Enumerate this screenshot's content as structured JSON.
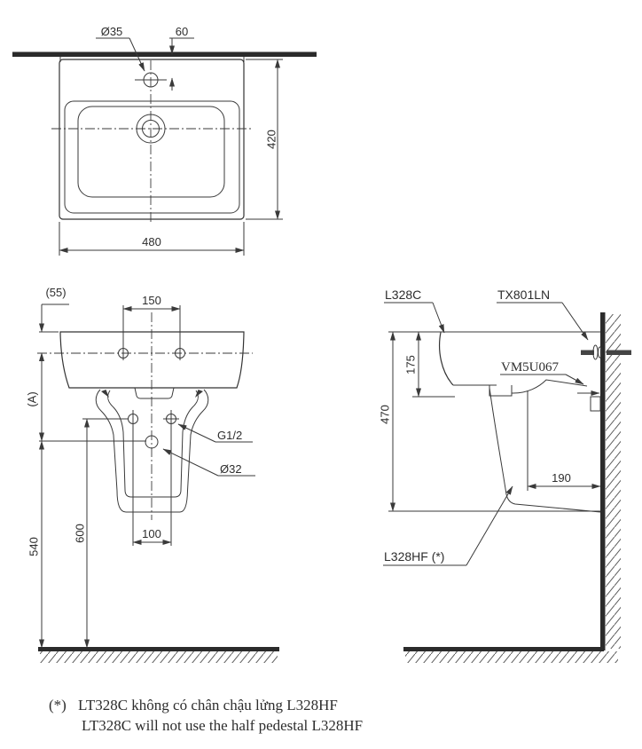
{
  "drawing": {
    "views": {
      "top": {
        "dims": {
          "faucet_hole_diameter": "Ø35",
          "hole_to_wall": "60",
          "depth": "420",
          "width": "480"
        }
      },
      "front": {
        "dims": {
          "rim_to_mount_holes": "(55)",
          "mount_hole_spacing": "150",
          "height_a": "(A)",
          "supply_label": "G1/2",
          "drain_label": "Ø32",
          "supply_hole_spacing": "100",
          "supply_height": "600",
          "drain_height": "540"
        }
      },
      "side": {
        "labels": {
          "basin_model": "L328C",
          "fitting_model": "TX801LN",
          "bracket_model": "VM5U067",
          "pedestal_model": "L328HF (*)"
        },
        "dims": {
          "rim_depth": "175",
          "basin_height": "470",
          "drain_to_wall": "190"
        }
      }
    },
    "note": {
      "marker": "(*)",
      "line1": "LT328C không có chân chậu lửng L328HF",
      "line2": "LT328C will not use the half pedestal L328HF"
    }
  }
}
